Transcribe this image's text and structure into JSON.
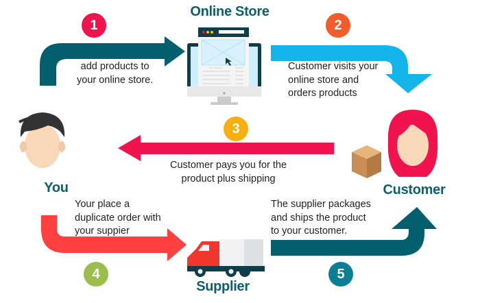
{
  "titles": {
    "online_store": "Online Store",
    "you": "You",
    "customer": "Customer",
    "supplier": "Supplier"
  },
  "steps": [
    {
      "number": "1",
      "lines": [
        "add products to",
        "your online store."
      ],
      "color": "#f0134d"
    },
    {
      "number": "2",
      "lines": [
        "Customer visits your",
        "online store and",
        "orders products"
      ],
      "color": "#f45b2a"
    },
    {
      "number": "3",
      "lines": [
        "Customer pays you for the",
        "product plus shipping"
      ],
      "color": "#f9b00f"
    },
    {
      "number": "4",
      "lines": [
        "Your place a",
        "duplicate order with",
        "your suppier"
      ],
      "color": "#9bbd4b"
    },
    {
      "number": "5",
      "lines": [
        "The supplier packages",
        "and ships the product",
        "to your customer."
      ],
      "color": "#0a7e93"
    }
  ],
  "colors": {
    "teal": "#035e6e",
    "cyan": "#13b4ea",
    "pink": "#f0134d",
    "red": "#ff4040"
  }
}
